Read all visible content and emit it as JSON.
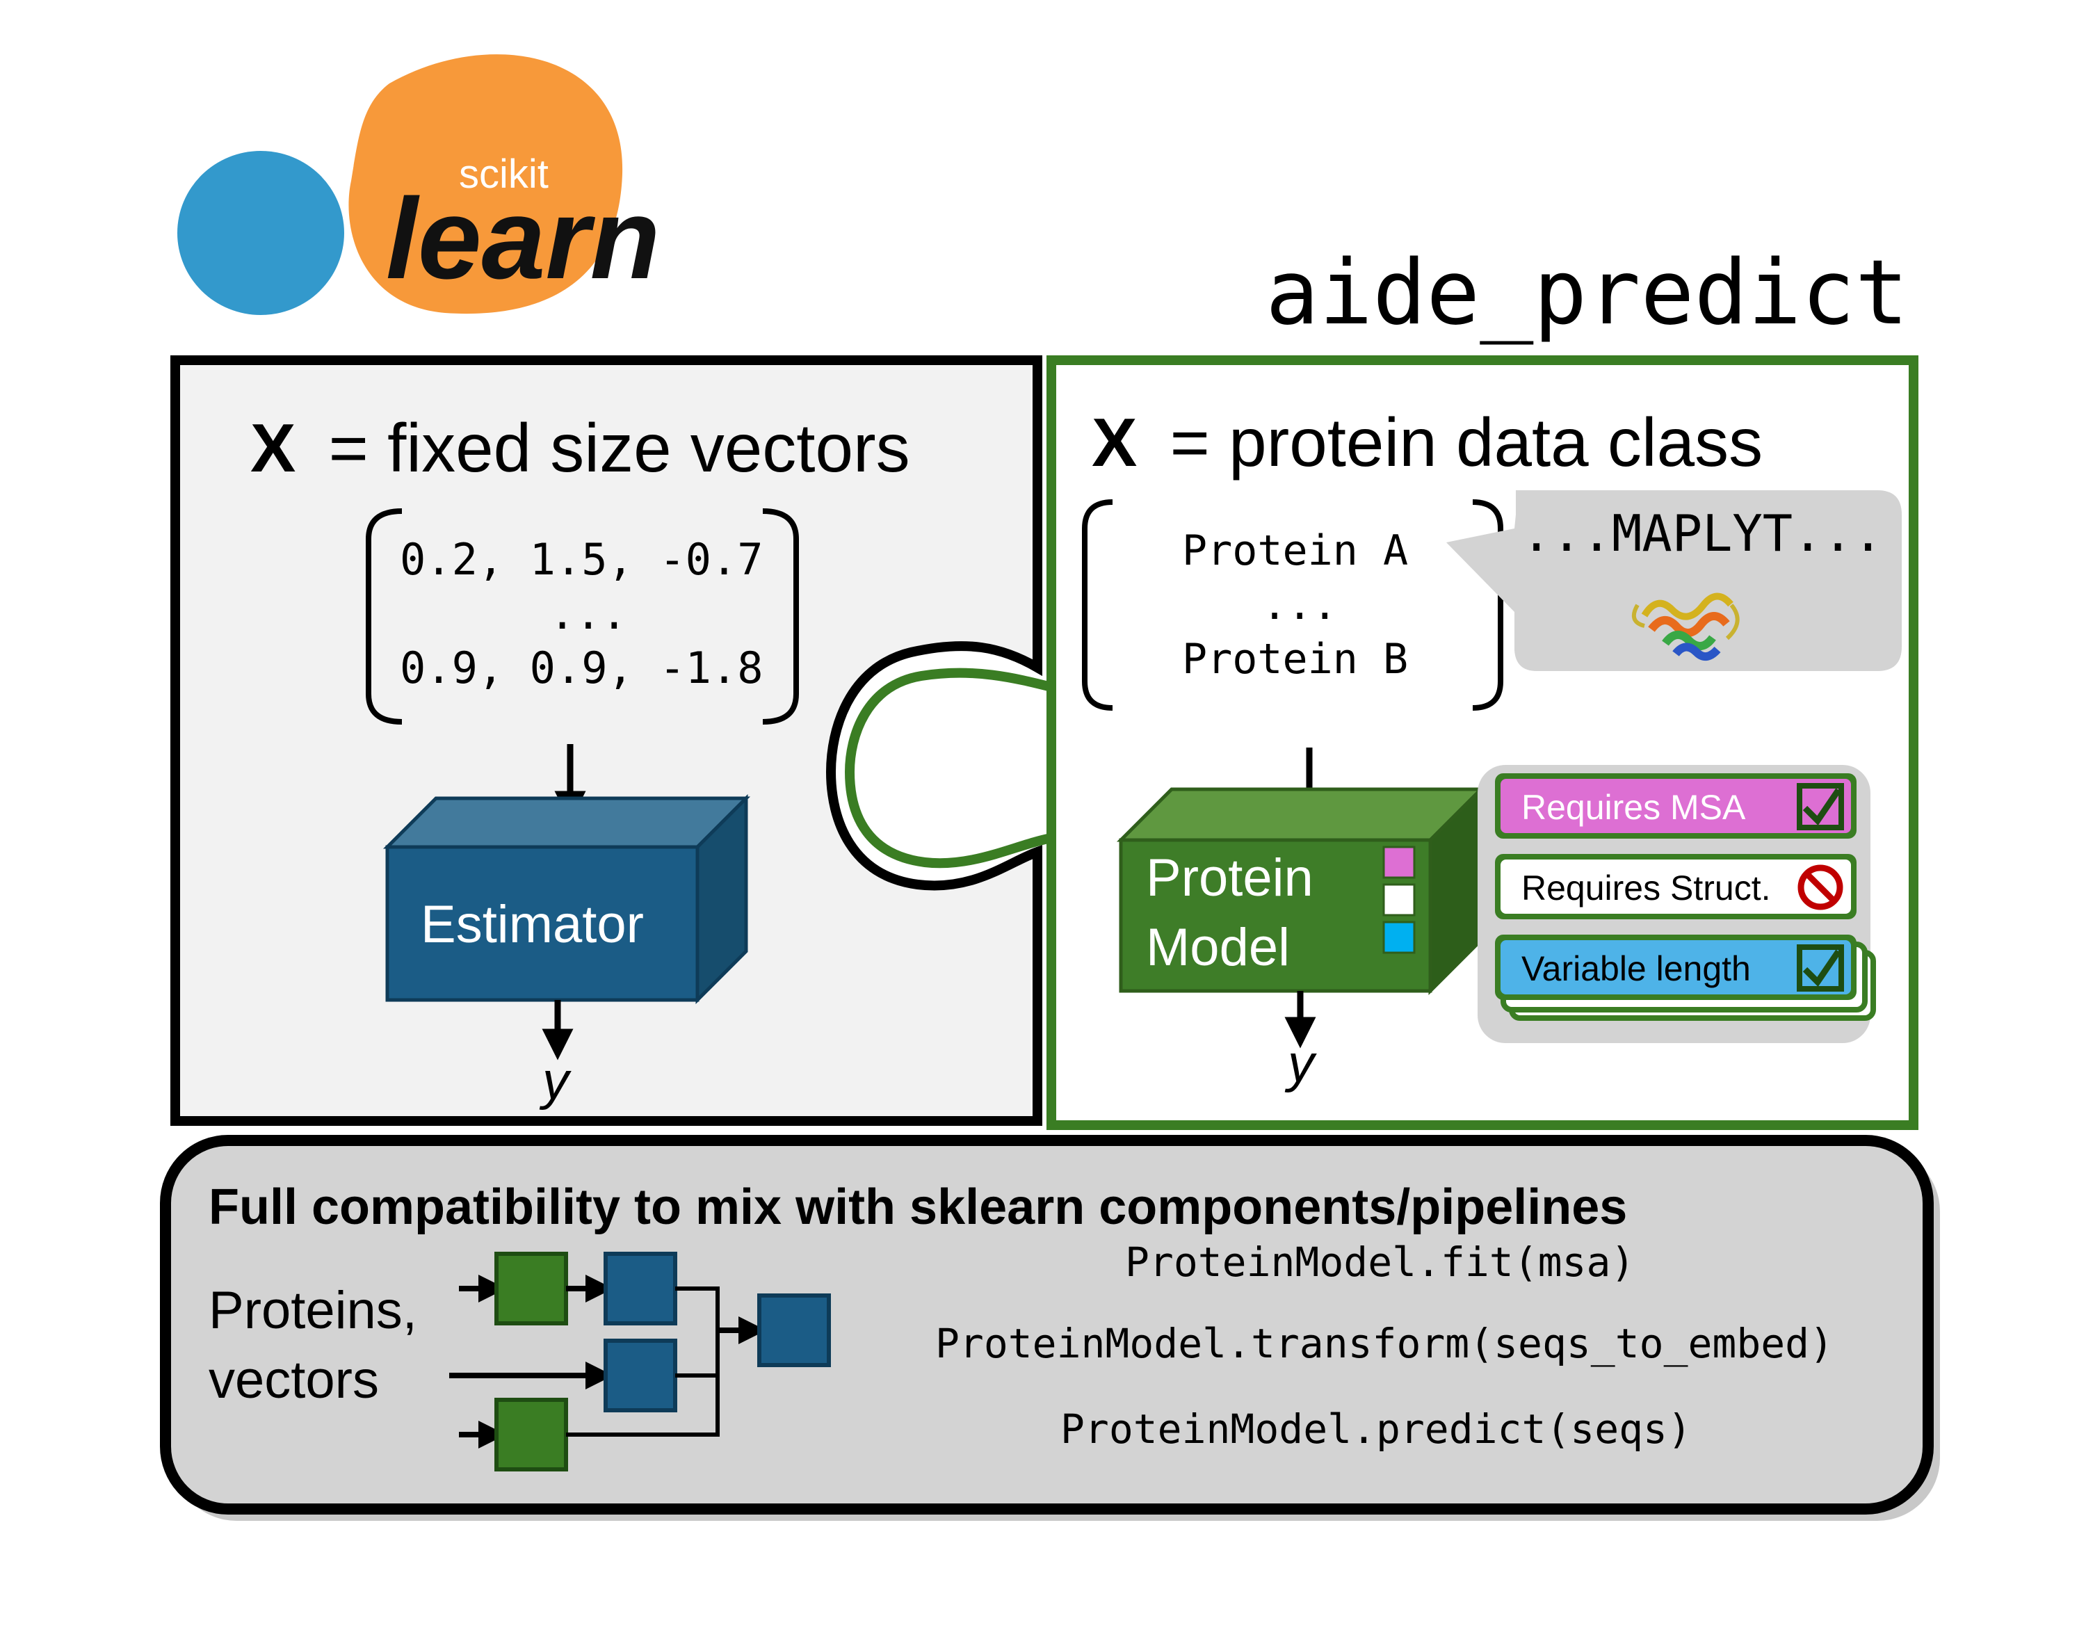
{
  "logo": {
    "top_text": "scikit",
    "main_text": "learn",
    "blue_color": "#3399cc",
    "orange_color": "#f7993a"
  },
  "title": "aide_predict",
  "left_panel": {
    "heading_x": "X",
    "heading_rest": "= fixed size vectors",
    "matrix_row_1": "0.2, 1.5, -0.7",
    "matrix_dots": "...",
    "matrix_row_2": "0.9, 0.9, -1.8",
    "estimator_label": "Estimator",
    "output_label": "y",
    "fill_color": "#f2f2f2",
    "border_color": "#000000"
  },
  "right_panel": {
    "heading_x": "X",
    "heading_rest": "= protein data class",
    "protein_a": "Protein A",
    "protein_dots": "...",
    "protein_b": "Protein B",
    "sequence_snippet": "...MAPLYT...",
    "model_label_line1": "Protein",
    "model_label_line2": "Model",
    "output_label": "y",
    "border_color": "#3a7d23",
    "model_color": "#3e7d28",
    "tags": [
      {
        "label": "Requires MSA",
        "status": "check-icon",
        "color": "#dd6fd3"
      },
      {
        "label": "Requires Struct.",
        "status": "prohibited-icon",
        "color": "#ffffff"
      },
      {
        "label": "Variable length",
        "status": "check-icon",
        "color": "#4eb3e8"
      }
    ]
  },
  "bottom_panel": {
    "heading": "Full compatibility to mix with sklearn components/pipelines",
    "inputs_line1": "Proteins,",
    "inputs_line2": "vectors",
    "code_fit": "ProteinModel.fit(msa)",
    "code_transform": "ProteinModel.transform(seqs_to_embed)",
    "code_predict": "ProteinModel.predict(seqs)",
    "fill_color": "#d3d3d3",
    "green_block_color": "#3a7d23",
    "blue_block_color": "#1b5c86"
  }
}
